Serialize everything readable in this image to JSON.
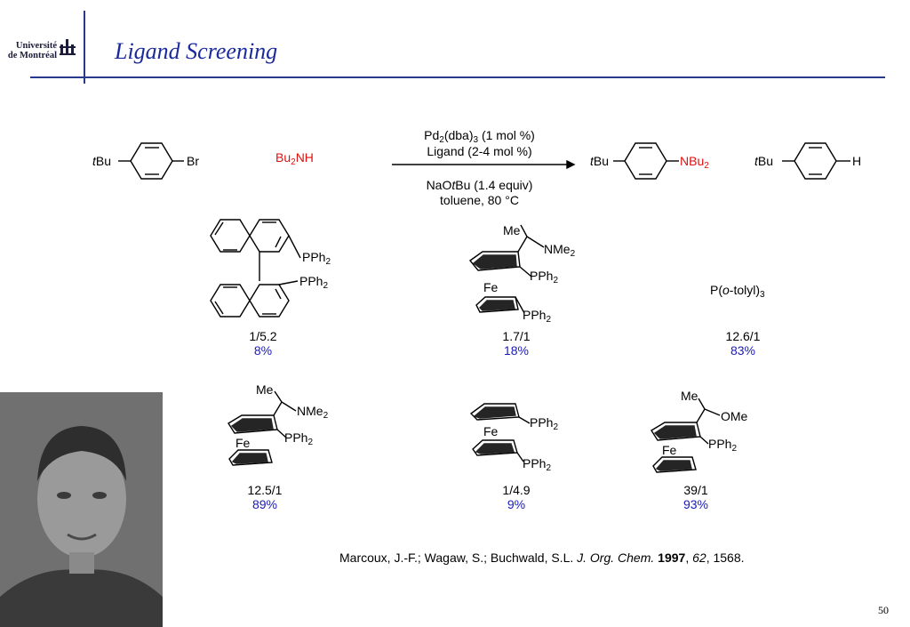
{
  "header": {
    "university_line1": "Université",
    "university_line2": "de Montréal",
    "title": "Ligand Screening"
  },
  "reaction": {
    "reactant1_prefix": "t",
    "reactant1_main": "Bu",
    "reactant1_suffix": "Br",
    "amine": "Bu",
    "amine_sub": "2",
    "amine_end": "NH",
    "cond1_a": "Pd",
    "cond1_b": "2",
    "cond1_c": "(dba)",
    "cond1_d": "3",
    "cond1_e": " (1 mol %)",
    "cond2": "Ligand (2-4 mol %)",
    "cond3_a": "NaO",
    "cond3_b": "t",
    "cond3_c": "Bu (1.4 equiv)",
    "cond4": "toluene, 80 °C",
    "product1_prefix": "t",
    "product1_main": "Bu",
    "product1_suffix_a": "NBu",
    "product1_suffix_b": "2",
    "product2_prefix": "t",
    "product2_main": "Bu",
    "product2_suffix": "H"
  },
  "ligands": [
    {
      "ratio": "1/5.2",
      "yield": "8%",
      "label_a": "PPh",
      "label_b": "2",
      "label_c": "PPh",
      "label_d": "2"
    },
    {
      "ratio": "1.7/1",
      "yield": "18%",
      "me": "Me",
      "nme_a": "NMe",
      "nme_b": "2",
      "pph_a": "PPh",
      "pph_b": "2",
      "fe": "Fe",
      "pph2_a": "PPh",
      "pph2_b": "2"
    },
    {
      "ratio": "12.6/1",
      "yield": "83%",
      "label_a": "P(",
      "label_b": "o",
      "label_c": "-tolyl)",
      "label_d": "3"
    },
    {
      "ratio": "12.5/1",
      "yield": "89%",
      "me": "Me",
      "nme_a": "NMe",
      "nme_b": "2",
      "pph_a": "PPh",
      "pph_b": "2",
      "fe": "Fe"
    },
    {
      "ratio": "1/4.9",
      "yield": "9%",
      "pph_a": "PPh",
      "pph_b": "2",
      "fe": "Fe",
      "pph2_a": "PPh",
      "pph2_b": "2"
    },
    {
      "ratio": "39/1",
      "yield": "93%",
      "me": "Me",
      "ome": "OMe",
      "pph_a": "PPh",
      "pph_b": "2",
      "fe": "Fe"
    }
  ],
  "citation": {
    "authors": "Marcoux, J.-F.; Wagaw, S.; Buchwald, S.L. ",
    "journal": "J. Org. Chem.",
    "year": "1997",
    "sep1": ", ",
    "volume": "62",
    "pages": ", 1568."
  },
  "page_number": "50"
}
